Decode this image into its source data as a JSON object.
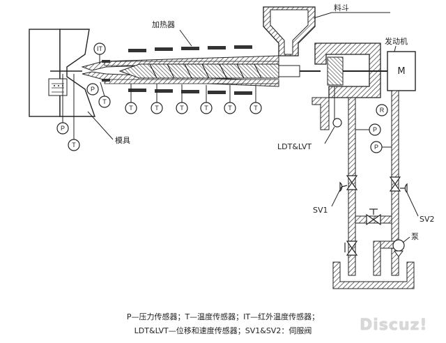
{
  "labels": {
    "heater": "加热器",
    "hopper": "料斗",
    "engine": "发动机",
    "motor": "M",
    "mold": "模具",
    "ldt": "LDT&LVT",
    "sv1": "SV1",
    "sv2": "SV2",
    "pump": "泵"
  },
  "sensors": {
    "it": "IT",
    "p": "P",
    "t": "T",
    "r": "R"
  },
  "legend": {
    "line1": "P—压力传感器；T—温度传感器；IT—红外温度传感器；",
    "line2": "LDT&LVT—位移和速度传感器；SV1&SV2：伺服阀"
  },
  "watermark": "Discuz!"
}
